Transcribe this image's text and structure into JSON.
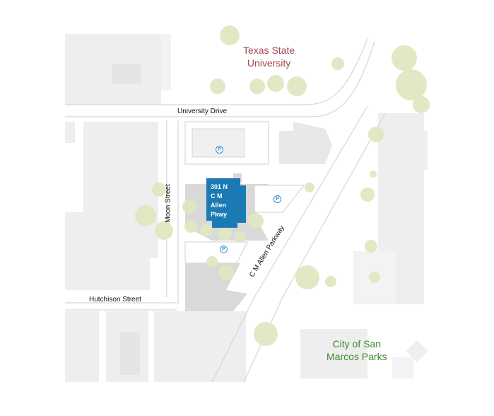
{
  "map": {
    "colors": {
      "block": "#eeeeee",
      "block_dark": "#e4e4e4",
      "lot": "#d9d9d9",
      "tree": "#dfe8c1",
      "road": "#ffffff",
      "outline": "#d6d6d6",
      "highlight": "#1b7ab3",
      "parking_icon": "#2b8fd4",
      "texas_state_label": "#a34a4f",
      "parks_label": "#3e8a2e"
    },
    "streets": {
      "university_drive": "University Drive",
      "moon_street": "Moon Street",
      "hutchison_street": "Hutchison Street",
      "cm_allen_parkway": "C M Allen Parkway"
    },
    "areas": {
      "texas_state_line1": "Texas State",
      "texas_state_line2": "University",
      "parks_line1": "City of San",
      "parks_line2": "Marcos Parks"
    },
    "building": {
      "line1": "301 N",
      "line2": "C M",
      "line3": "Allen",
      "line4": "Pkwy"
    },
    "parking": {
      "symbol": "P"
    }
  }
}
